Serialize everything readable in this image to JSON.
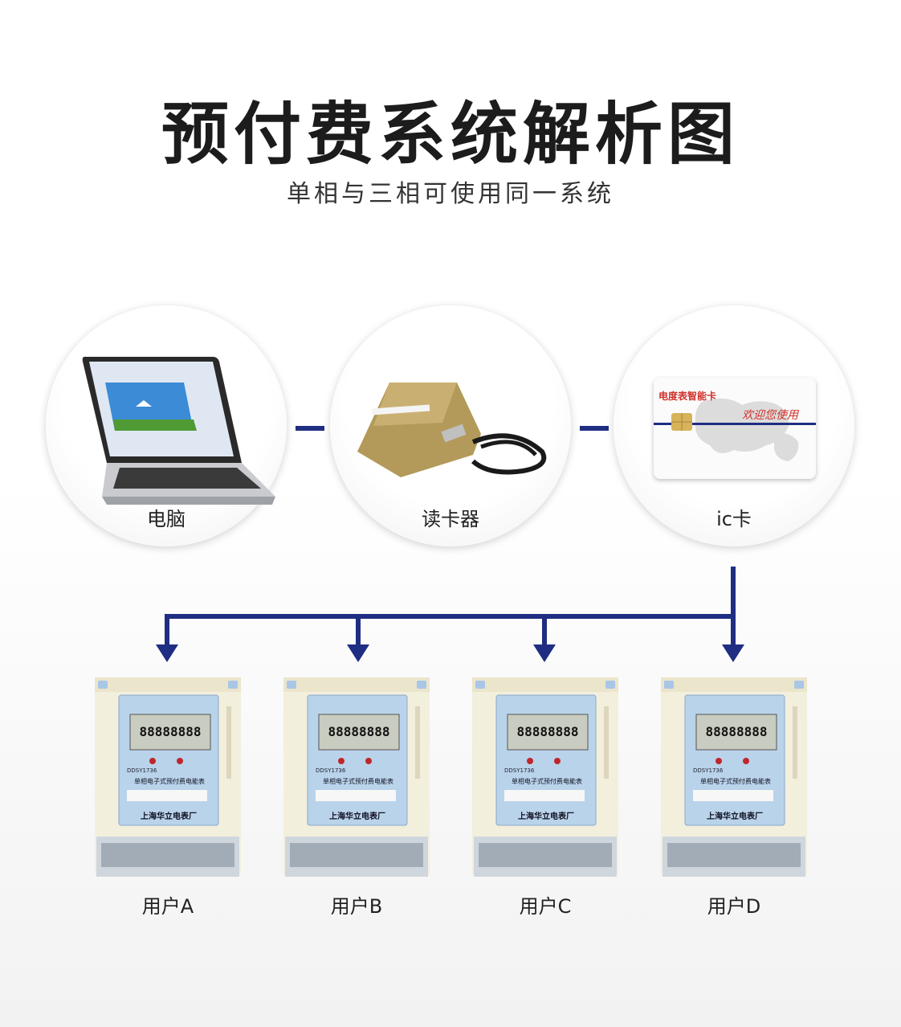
{
  "header": {
    "title": "预付费系统解析图",
    "subtitle": "单相与三相可使用同一系统"
  },
  "devices": [
    {
      "label": "电脑",
      "icon": "laptop-icon"
    },
    {
      "label": "读卡器",
      "icon": "card-reader-icon"
    },
    {
      "label": "ic卡",
      "icon": "ic-card-icon"
    }
  ],
  "ic_card": {
    "brand": "电度表智能卡",
    "slogan": "欢迎您使用"
  },
  "meter_face": {
    "display": "88888888",
    "model": "DDSY1736",
    "type_text": "单相电子式预付费电能表",
    "maker": "上海华立电表厂"
  },
  "users": [
    {
      "label": "用户A"
    },
    {
      "label": "用户B"
    },
    {
      "label": "用户C"
    },
    {
      "label": "用户D"
    }
  ],
  "colors": {
    "connector": "#1f2d82",
    "meter_body": "#f3efdd",
    "meter_panel": "#b9d3ea"
  }
}
